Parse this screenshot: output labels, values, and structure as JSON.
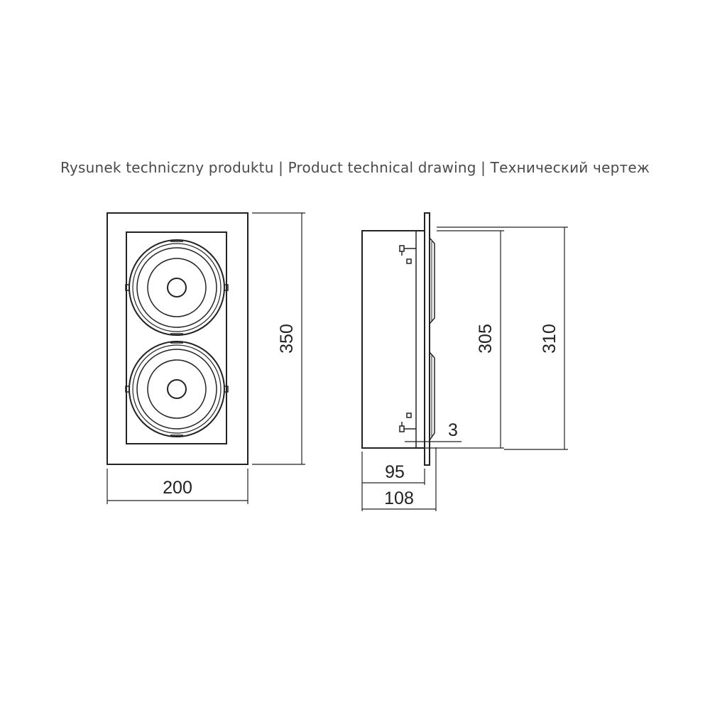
{
  "title": "Rysunek techniczny produktu | Product technical drawing | Технический чертеж",
  "dimensions": {
    "front_width": "200",
    "front_height": "350",
    "side_depth_body": "95",
    "side_depth_total": "108",
    "side_height_inner": "305",
    "side_height_outer": "310",
    "flange_thickness": "3"
  },
  "colors": {
    "line": "#222222",
    "title": "#4a4a4a",
    "background": "#ffffff"
  }
}
